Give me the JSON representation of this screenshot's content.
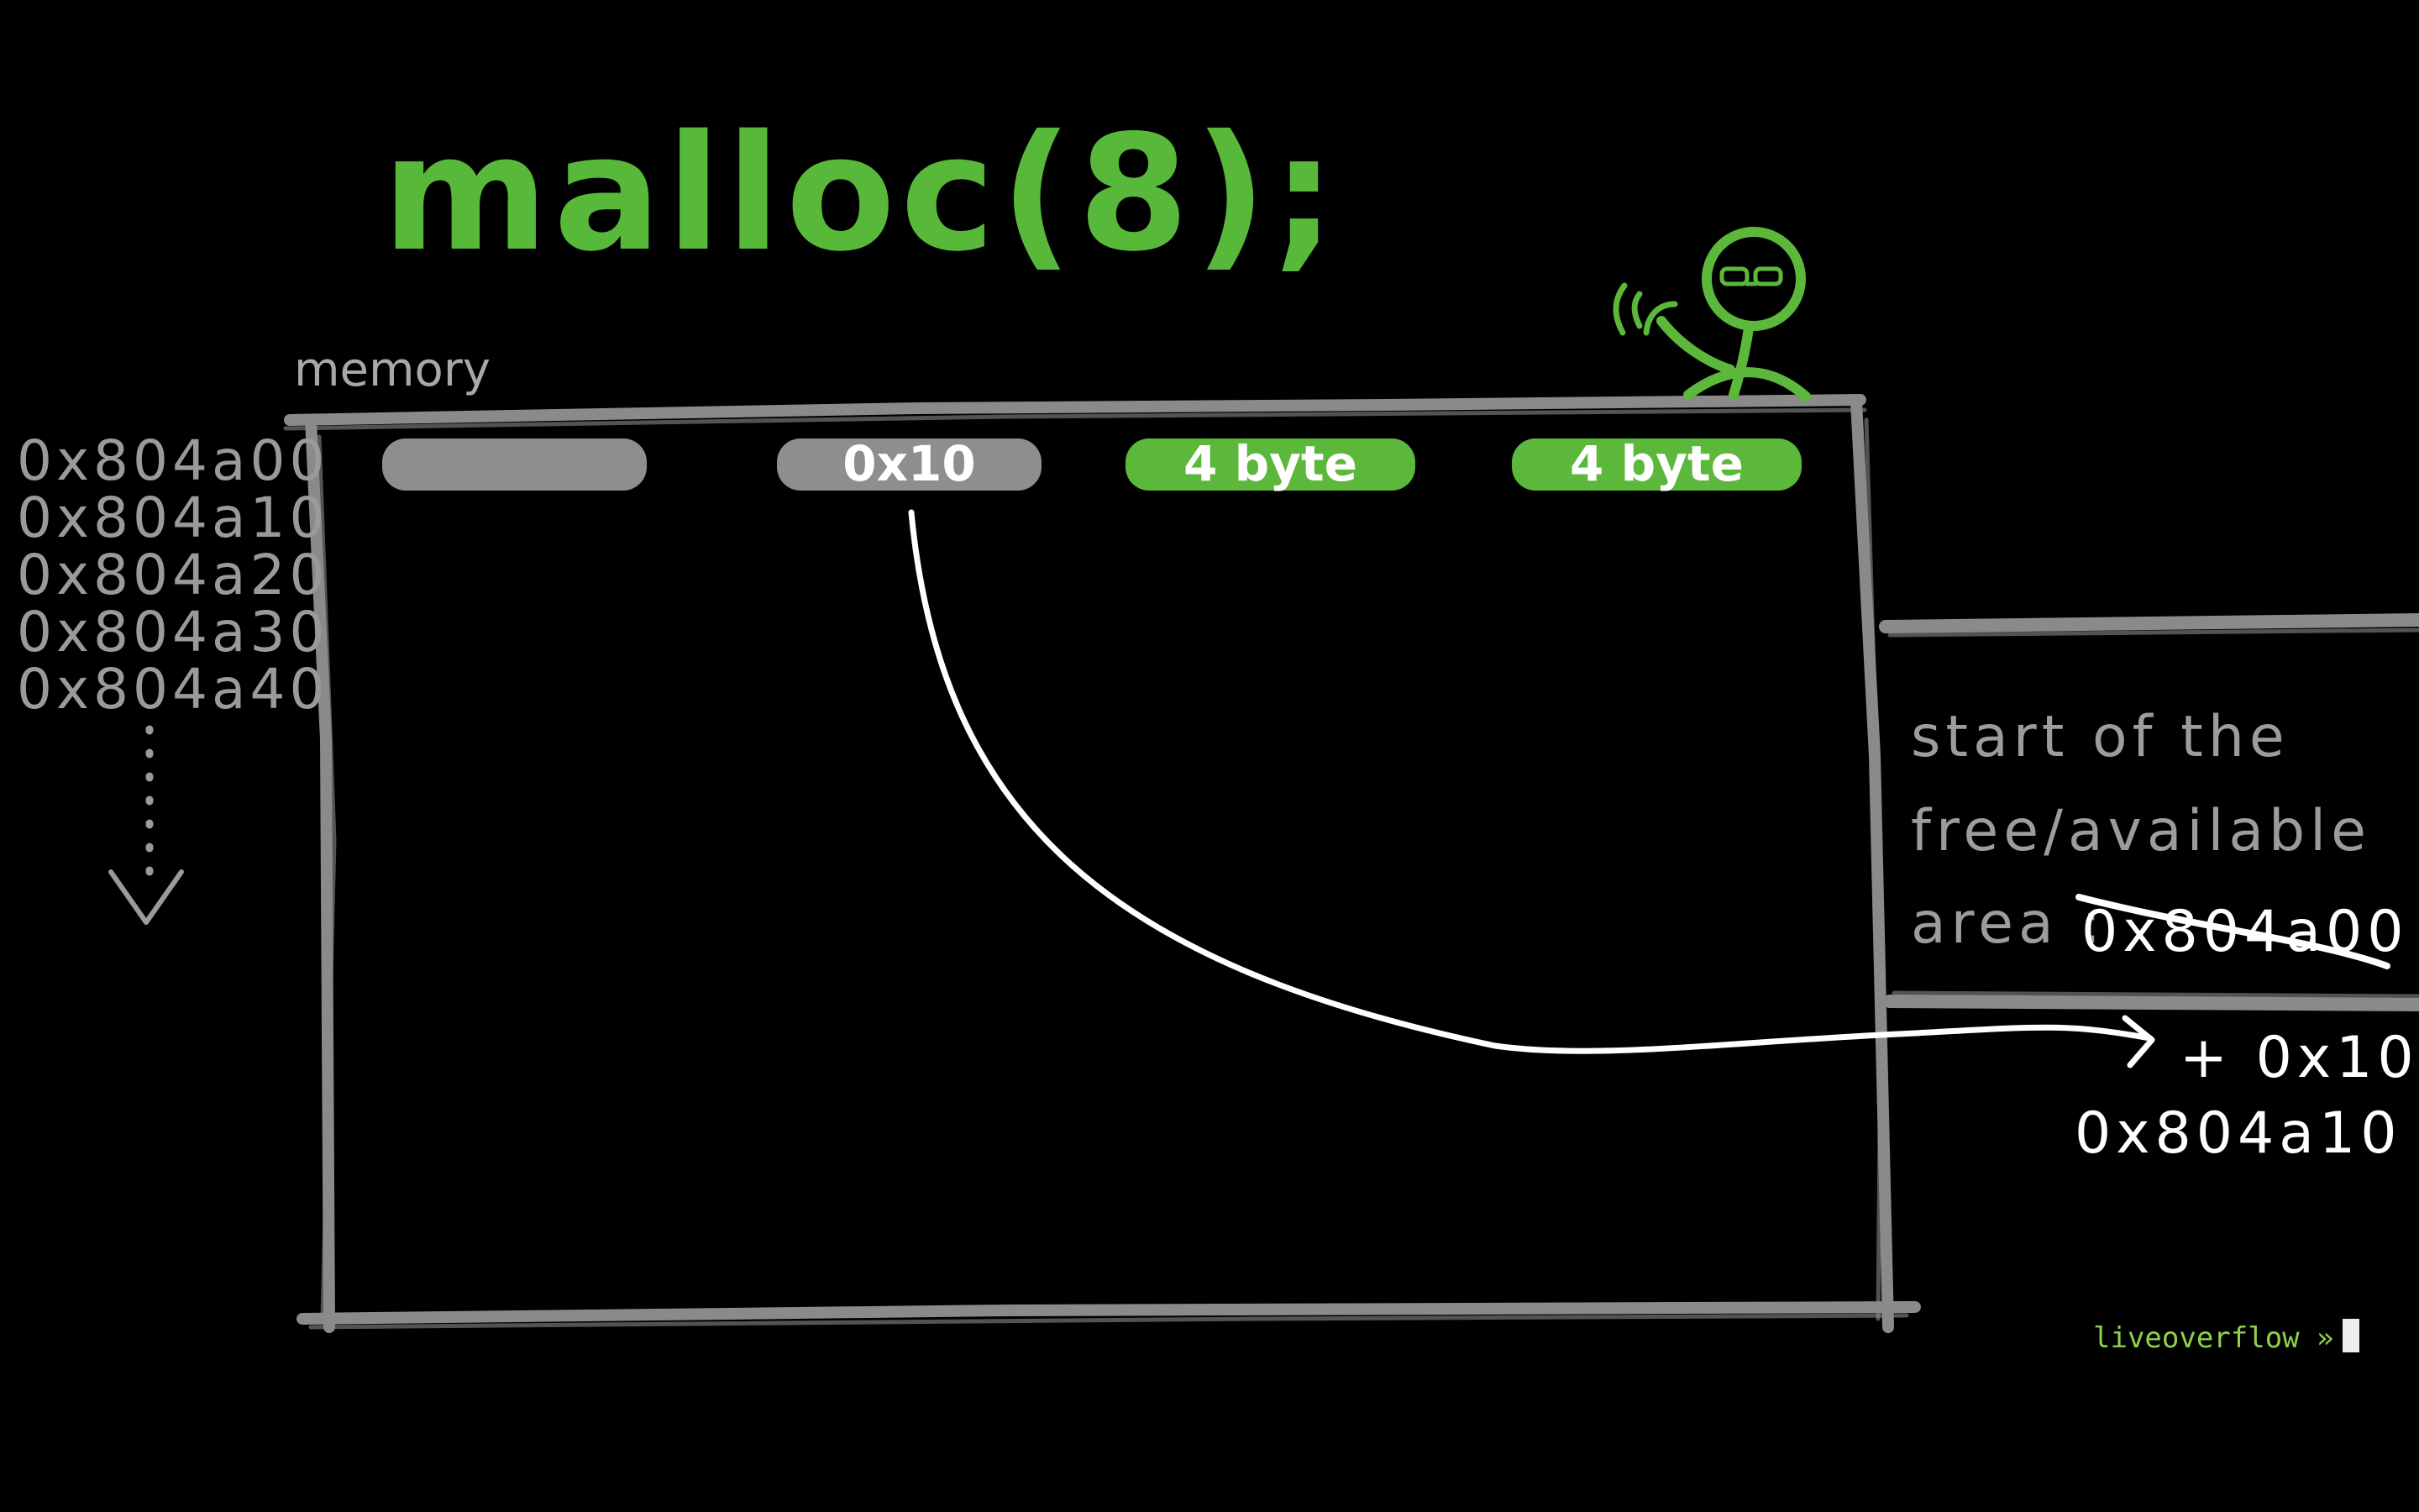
{
  "title": "malloc(8);",
  "memory_label": "memory",
  "addresses": [
    "0x804a00",
    "0x804a10",
    "0x804a20",
    "0x804a30",
    "0x804a40"
  ],
  "cells": [
    {
      "label": "",
      "color": "#8e8e8e"
    },
    {
      "label": "0x10",
      "color": "#8e8e8e"
    },
    {
      "label": "4 byte",
      "color": "#5cb83a"
    },
    {
      "label": "4 byte",
      "color": "#5cb83a"
    }
  ],
  "note": {
    "line1": "start of the",
    "line2": "free/available",
    "line3": "area :",
    "struck_value": "0x804a00",
    "increment": "+ 0x10",
    "new_value": "0x804a10"
  },
  "prompt": "liveoverflow »",
  "colors": {
    "green": "#5cb83a",
    "gray": "#8e8e8e",
    "white": "#ffffff",
    "background": "#000000"
  }
}
